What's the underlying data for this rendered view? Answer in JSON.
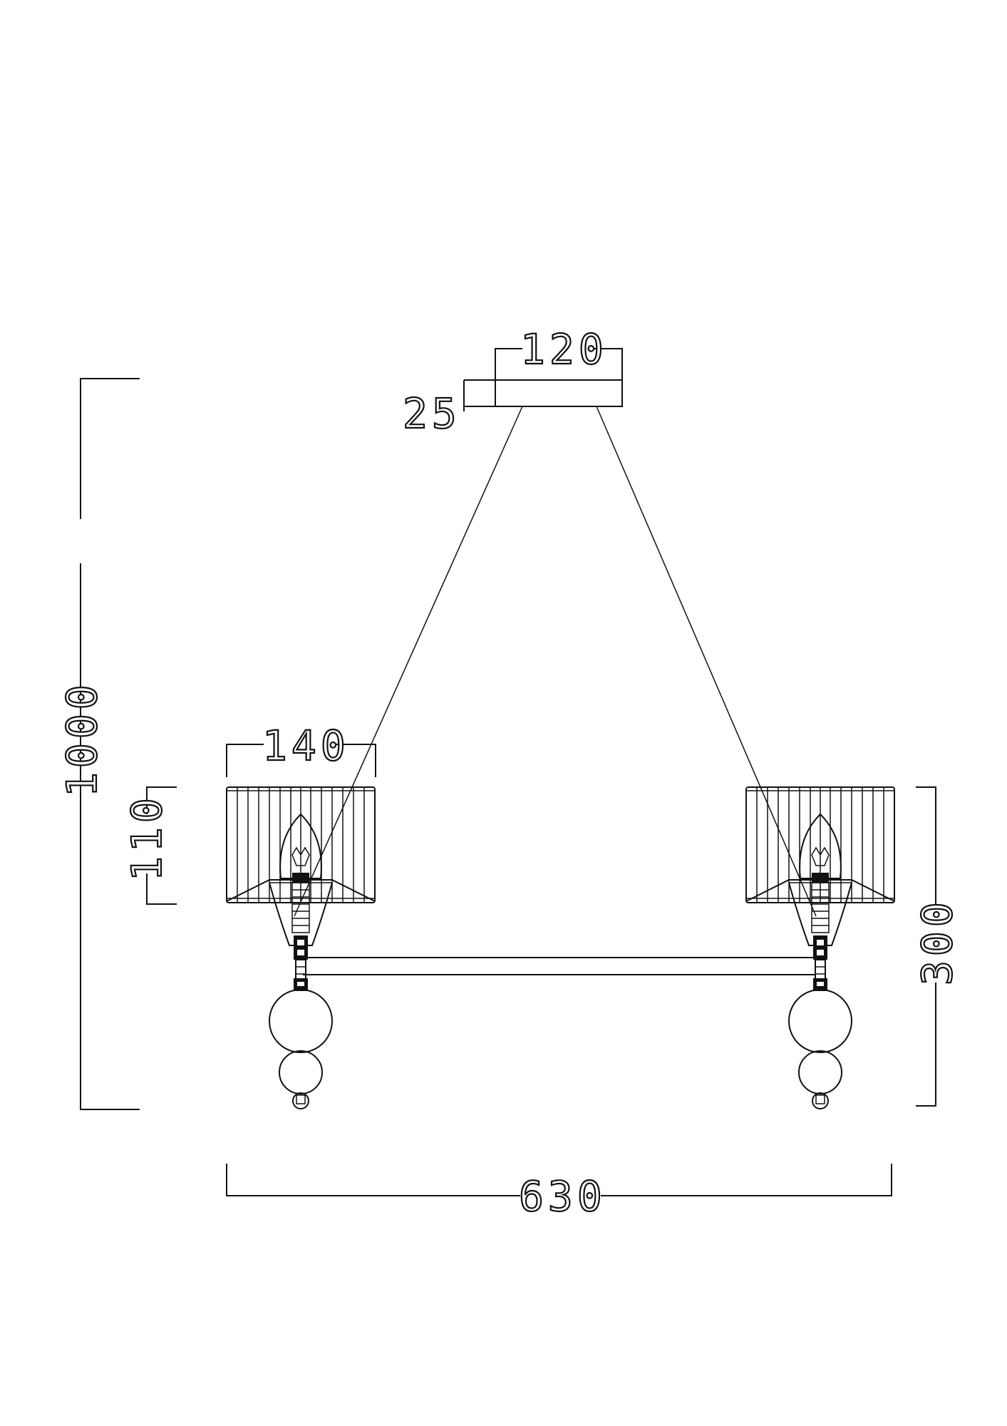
{
  "drawing": {
    "title": "Pendant lamp dimension drawing",
    "units": "mm",
    "line_color": "#111111",
    "background": "#ffffff"
  },
  "dimensions": {
    "canopy_width": "120",
    "canopy_height": "25",
    "overall_height": "1000",
    "shade_width": "140",
    "shade_height": "110",
    "body_height": "300",
    "overall_width": "630"
  },
  "components": {
    "canopy": "ceiling-canopy",
    "suspension": "suspension-cables",
    "shades": [
      "left-lamp-shade",
      "right-lamp-shade"
    ],
    "crossbar": "horizontal-crossbar",
    "bulbs": [
      "left-candle-bulb",
      "right-candle-bulb"
    ],
    "finials": [
      "left-ball-finial",
      "right-ball-finial"
    ]
  }
}
